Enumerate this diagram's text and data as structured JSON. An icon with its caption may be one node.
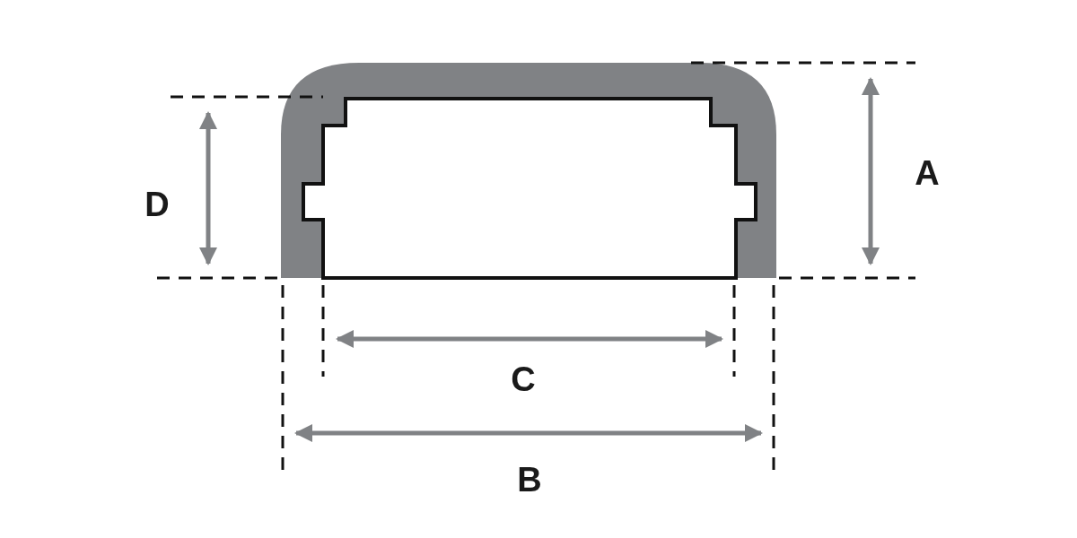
{
  "diagram": {
    "labels": [
      "A",
      "D",
      "C",
      "B"
    ]
  }
}
